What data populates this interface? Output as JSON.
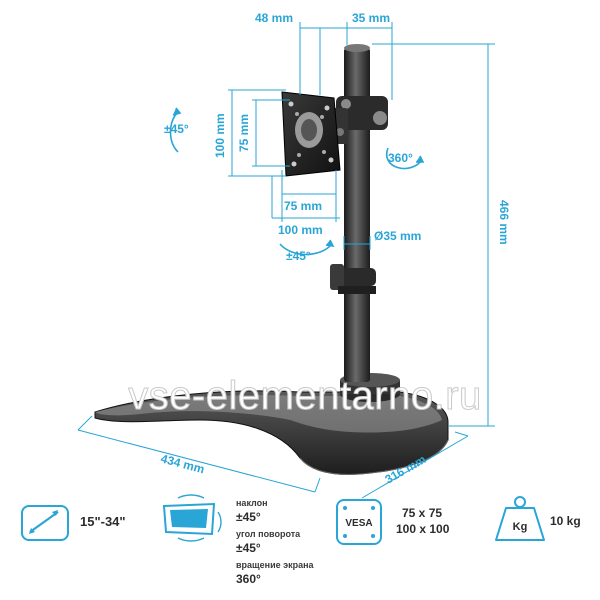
{
  "dimensions": {
    "top_left": "48 mm",
    "top_right": "35 mm",
    "plate_outer_height": "100 mm",
    "plate_inner_height": "75 mm",
    "plate_inner_width": "75 mm",
    "plate_outer_width": "100 mm",
    "tilt": "±45°",
    "swivel": "±45°",
    "rotation": "360°",
    "pole_diameter": "Ø35 mm",
    "total_height": "466 mm",
    "base_width": "434 mm",
    "base_depth": "316 mm"
  },
  "watermark": "vse-elementarno.ru",
  "specs": {
    "screen_size": "15\"-34\"",
    "tilt_label": "наклон",
    "tilt_value": "±45°",
    "swivel_label": "угол поворота",
    "swivel_value": "±45°",
    "rotation_label": "вращение экрана",
    "rotation_value": "360°",
    "vesa_badge": "VESA",
    "vesa_line1": "75 x 75",
    "vesa_line2": "100 x 100",
    "weight_unit": "Kg",
    "weight_value": "10 kg"
  },
  "colors": {
    "accent": "#29a5d6",
    "product_dark": "#2b2b2b",
    "icon_stroke": "#29a5d6"
  }
}
